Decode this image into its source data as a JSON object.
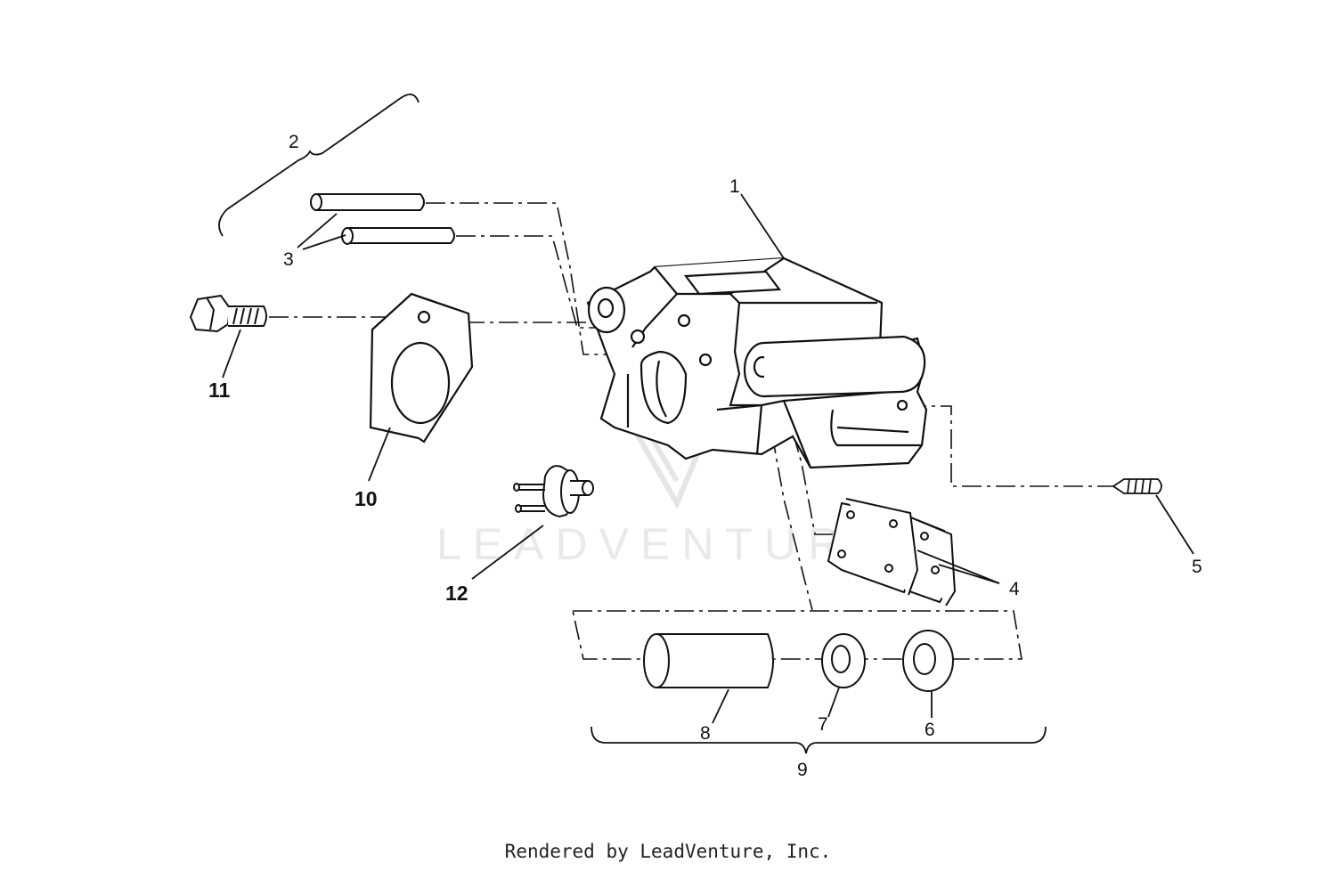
{
  "watermark": "LEADVENTURE",
  "footer": "Rendered by LeadVenture, Inc.",
  "callouts": [
    {
      "id": "1",
      "label": "1"
    },
    {
      "id": "2",
      "label": "2"
    },
    {
      "id": "3",
      "label": "3"
    },
    {
      "id": "4",
      "label": "4"
    },
    {
      "id": "5",
      "label": "5"
    },
    {
      "id": "6",
      "label": "6"
    },
    {
      "id": "7",
      "label": "7"
    },
    {
      "id": "8",
      "label": "8"
    },
    {
      "id": "9",
      "label": "9"
    },
    {
      "id": "10",
      "label": "10"
    },
    {
      "id": "11",
      "label": "11"
    },
    {
      "id": "12",
      "label": "12"
    }
  ]
}
